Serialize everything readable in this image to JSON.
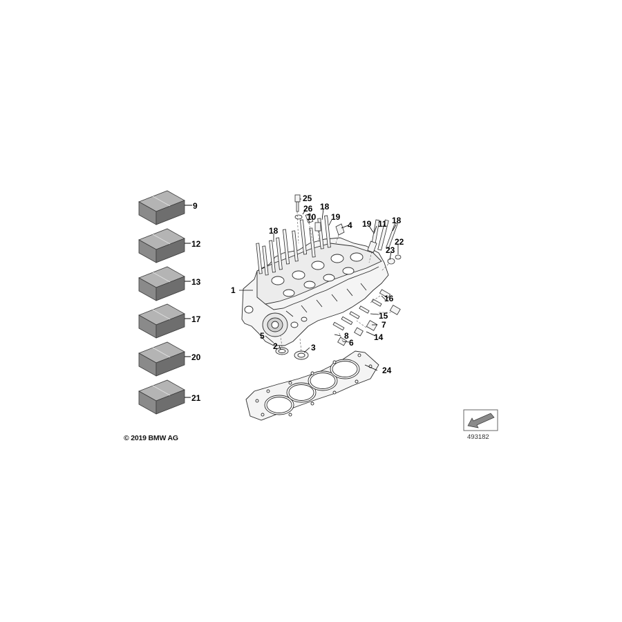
{
  "kits": [
    {
      "label": "9"
    },
    {
      "label": "12"
    },
    {
      "label": "13"
    },
    {
      "label": "17"
    },
    {
      "label": "20"
    },
    {
      "label": "21"
    }
  ],
  "callouts": {
    "c1": "1",
    "c2": "2",
    "c3": "3",
    "c4": "4",
    "c5": "5",
    "c6": "6",
    "c7": "7",
    "c8": "8",
    "c10": "10",
    "c11": "11",
    "c14": "14",
    "c15": "15",
    "c16": "16",
    "c18a": "18",
    "c18b": "18",
    "c18c": "18",
    "c19a": "19",
    "c19b": "19",
    "c22": "22",
    "c23": "23",
    "c24": "24",
    "c25": "25",
    "c26": "26"
  },
  "copyright": "© 2019 BMW AG",
  "image_number": "493182",
  "colors": {
    "box_fill": "#8a8a8a",
    "line": "#2a2a2a",
    "part_fill": "#f4f4f4"
  }
}
